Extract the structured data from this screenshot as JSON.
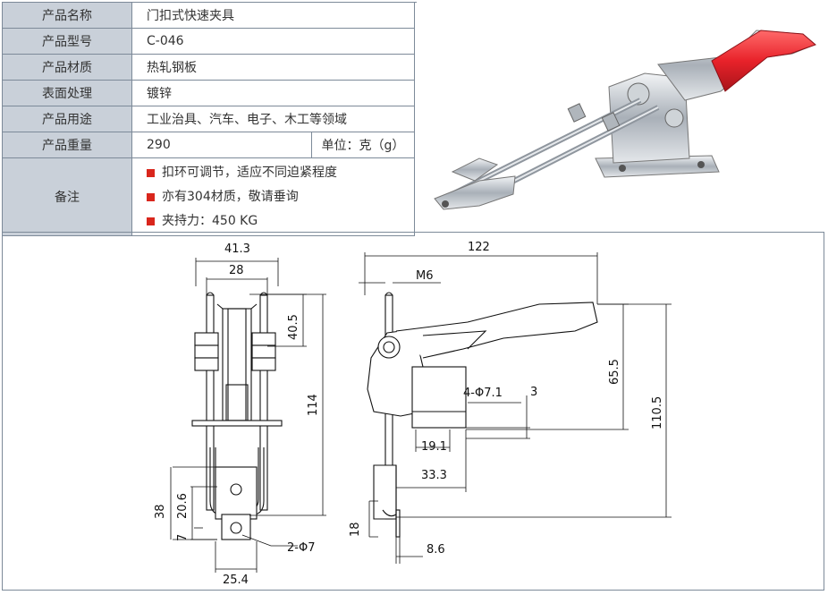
{
  "spec": {
    "rows": [
      {
        "key": "产品名称",
        "value": "门扣式快速夹具"
      },
      {
        "key": "产品型号",
        "value": "C-046"
      },
      {
        "key": "产品材质",
        "value": "热轧钢板"
      },
      {
        "key": "表面处理",
        "value": "镀锌"
      },
      {
        "key": "产品用途",
        "value": "工业治具、汽车、电子、木工等领域"
      }
    ],
    "weight": {
      "key": "产品重量",
      "value": "290",
      "unit": "单位：克（g）"
    },
    "notes": {
      "key": "备注",
      "items": [
        "扣环可调节，适应不同迫紧程度",
        "亦有304材质，敬请垂询",
        "夹持力：450 KG"
      ]
    },
    "bullet_color": "#d9261c",
    "label_bg": "#c9d0d9"
  },
  "photo": {
    "description_icon": "latch-clamp-photo",
    "handle_color": "#e8222a"
  },
  "dimensions": {
    "front": {
      "total_width": "41.3",
      "inner_width": "28",
      "height": "114",
      "top": "40.5",
      "bottom": "38",
      "lower": "20.6",
      "small": "7",
      "base_width": "25.4",
      "holes": "2-Φ7"
    },
    "side": {
      "length": "122",
      "thread": "M6",
      "mount_height": "65.5",
      "total_height": "110.5",
      "holes": "4-Φ7.1",
      "offset": "3",
      "hole_spacing": "19.1",
      "base": "33.3",
      "plate_height": "18",
      "plate_width": "8.6"
    }
  }
}
